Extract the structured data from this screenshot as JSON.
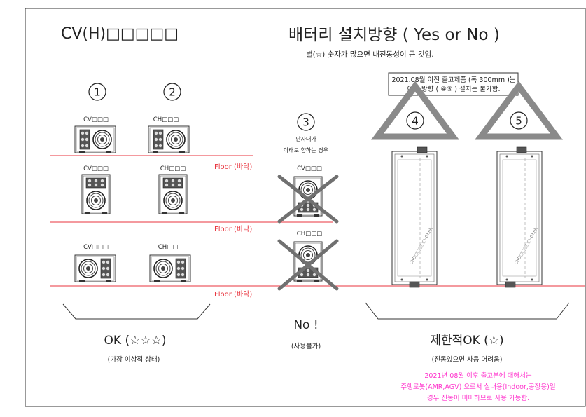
{
  "title": "CV(H)□□□□□",
  "heading": "배터리 설치방향 ( Yes or No )",
  "subheading": "별(☆) 숫자가 많으면 내진동성이 큰 것임.",
  "notice_lines": [
    "2021.08월 이전 출고제품 (폭 300mm )는",
    "이런 방향 ( ④⑤ ) 설치는 불가함."
  ],
  "case_numbers": [
    "1",
    "2",
    "3",
    "4",
    "5"
  ],
  "unit_labels": {
    "cv": "CV□□□",
    "ch": "CH□□□"
  },
  "case3_note": [
    "단자대가",
    "아래로 향하는 경우"
  ],
  "floor_label": "Floor (바닥)",
  "vertical_tag": "CHD□□□□□-Ghhh",
  "ok": {
    "label": "OK (☆☆☆)",
    "sub": "(가장 이상적 상태)"
  },
  "no": {
    "label": "No !",
    "sub": "(사용불가)"
  },
  "limited": {
    "label": "제한적OK (☆)",
    "sub": "(진동있으면 사용 어려움)"
  },
  "bottom_note": [
    "2021년 08월 이후 출고분에 대해서는",
    "주행로봇(AMR,AGV) 으로서 실내용(Indoor,공장용)일",
    "경우 진동이 미미하므로 사용 가능함."
  ],
  "colors": {
    "floor_line": "#e8333d",
    "note_text": "#ff33cc",
    "warning_triangle": "#8a8a8a",
    "cross": "#707070"
  }
}
